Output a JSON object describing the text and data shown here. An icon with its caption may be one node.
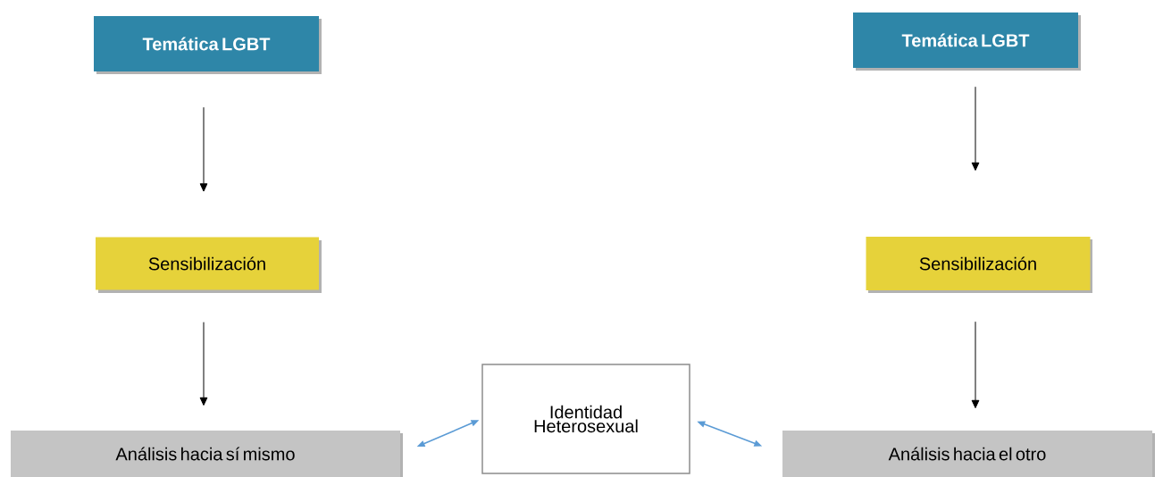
{
  "diagram": {
    "nodes": [
      {
        "text": [
          "Temática LGBT"
        ]
      },
      {
        "text": [
          "Temática LGBT"
        ]
      },
      {
        "text": [
          "Sensibilización"
        ]
      },
      {
        "text": [
          "Sensibilización"
        ]
      },
      {
        "text": [
          "Análisis hacia sí mismo"
        ]
      },
      {
        "text": [
          "Identidad Heterosexual"
        ]
      },
      {
        "text": [
          "Análisis hacia el otro"
        ]
      }
    ],
    "edges": [
      {
        "from": 0,
        "to": 2,
        "arrow": "to"
      },
      {
        "from": 1,
        "to": 3,
        "arrow": "to"
      },
      {
        "from": 2,
        "to": 4,
        "arrow": "to"
      },
      {
        "from": 3,
        "to": 6,
        "arrow": "to"
      },
      {
        "from": 4,
        "to": 5,
        "arrow": "both",
        "color": "#5b9bd5"
      },
      {
        "from": 5,
        "to": 6,
        "arrow": "both",
        "color": "#5b9bd5"
      }
    ]
  }
}
